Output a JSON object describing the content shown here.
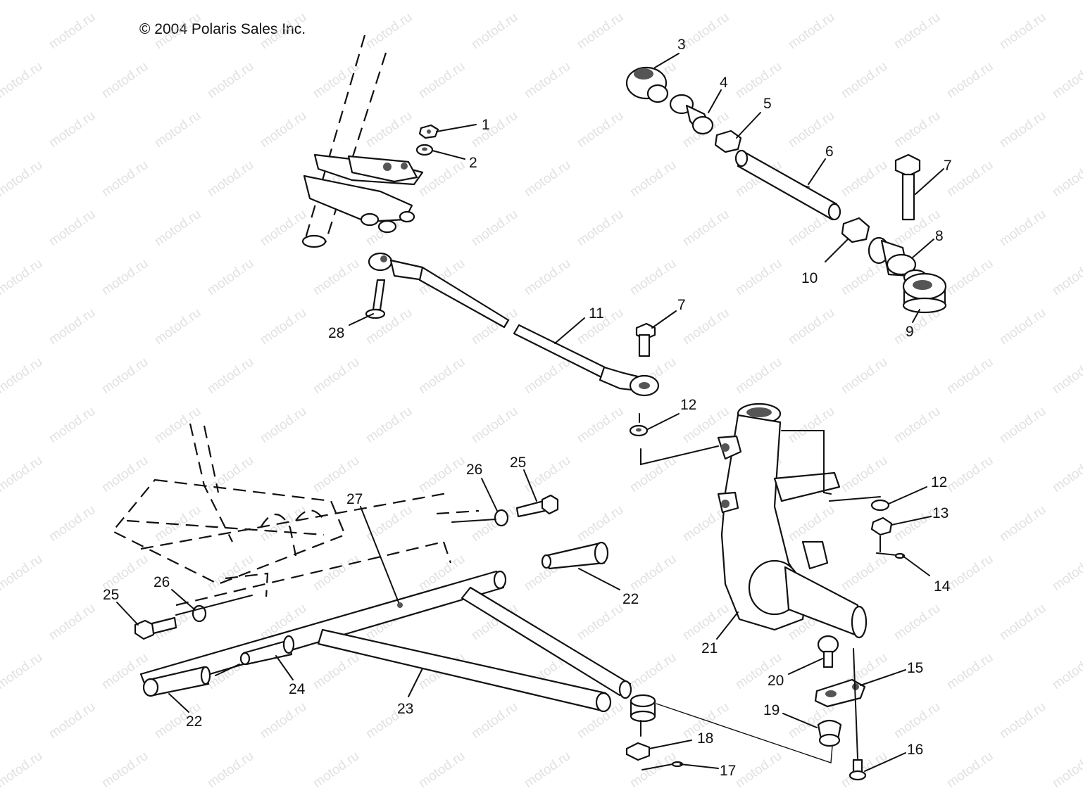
{
  "copyright": "© 2004 Polaris Sales Inc.",
  "watermark": "motod.ru",
  "callouts": [
    "1",
    "2",
    "3",
    "4",
    "5",
    "6",
    "7",
    "8",
    "9",
    "10",
    "11",
    "7",
    "12",
    "12",
    "13",
    "14",
    "15",
    "16",
    "17",
    "18",
    "19",
    "20",
    "21",
    "22",
    "22",
    "23",
    "24",
    "25",
    "25",
    "26",
    "26",
    "27",
    "28"
  ]
}
